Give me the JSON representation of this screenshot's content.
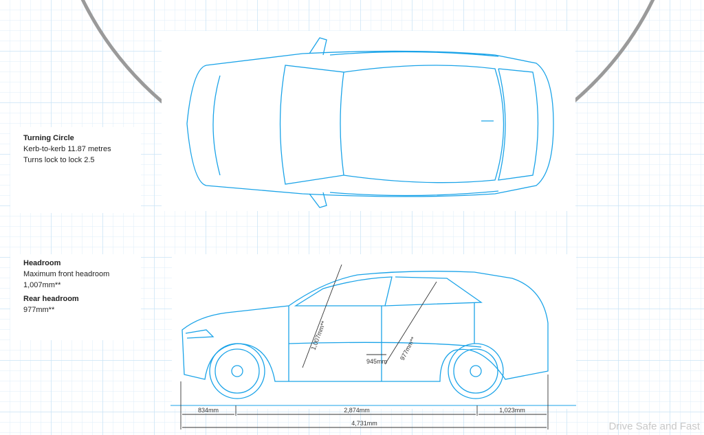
{
  "turning_circle": {
    "title": "Turning Circle",
    "kerb_to_kerb": "Kerb-to-kerb 11.87 metres",
    "turns_lock": "Turns lock to lock 2.5"
  },
  "headroom": {
    "title": "Headroom",
    "front_label": "Maximum front headroom",
    "front_value": "1,007mm**",
    "rear_title": "Rear headroom",
    "rear_value": "977mm**"
  },
  "dimensions": {
    "front_overhang": "834mm",
    "wheelbase": "2,874mm",
    "rear_overhang": "1,023mm",
    "length": "4,731mm",
    "front_headroom": "1,007mm**",
    "rear_headroom": "977mm**",
    "legroom_gap": "945mm"
  },
  "watermark": "Drive Safe and Fast",
  "colors": {
    "blueprint": "#1aa3e8",
    "grid": "#d8ecf8",
    "arc": "#9a9a9a"
  }
}
